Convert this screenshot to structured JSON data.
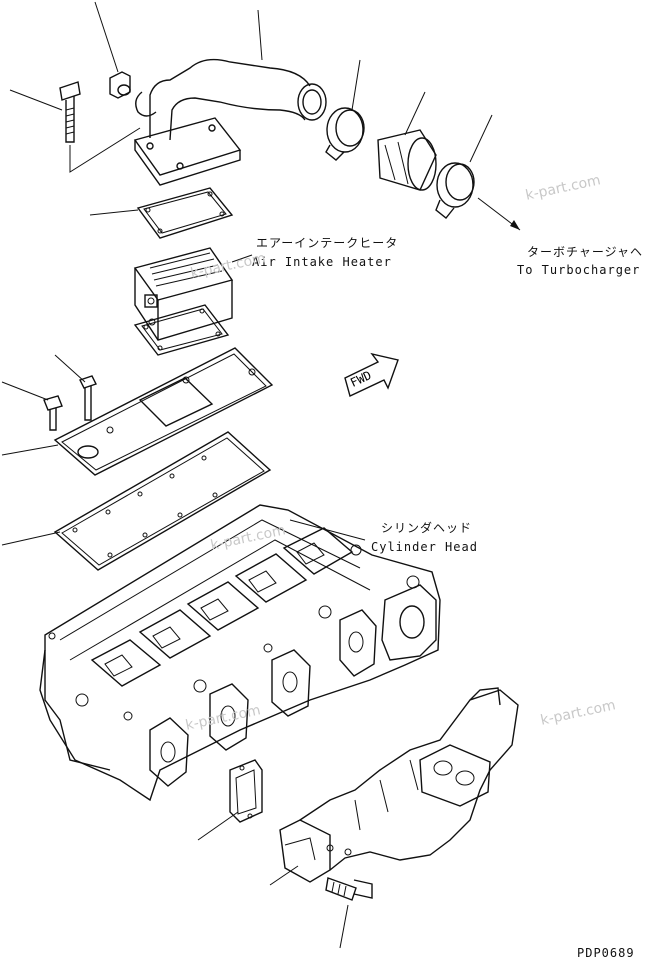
{
  "labels": {
    "air_intake_heater_jp": "エアーインテークヒータ",
    "air_intake_heater_en": "Air Intake Heater",
    "turbocharger_jp": "ターボチャージャヘ",
    "turbocharger_en": "To Turbocharger",
    "cylinder_head_jp": "シリンダヘッド",
    "cylinder_head_en": "Cylinder Head",
    "fwd": "FWD",
    "drawing_code": "PDP0689"
  },
  "watermarks": [
    "k-part.com",
    "k-part.com",
    "k-part.com",
    "k-part.com",
    "k-part.com"
  ]
}
